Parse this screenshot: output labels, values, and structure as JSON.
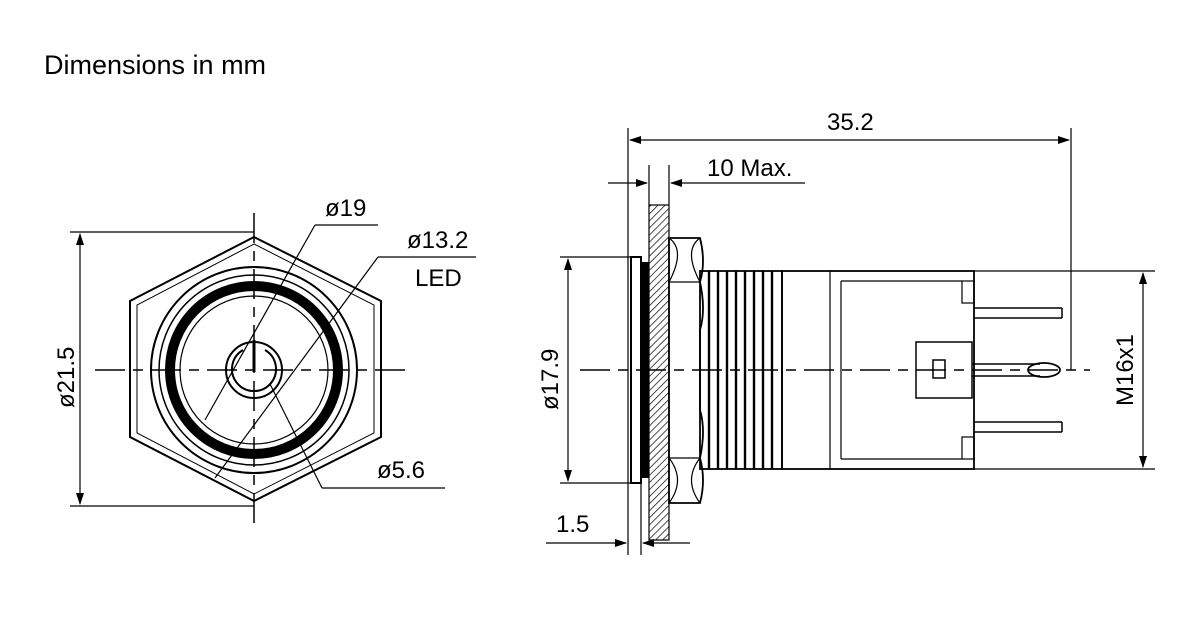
{
  "title": "Dimensions in mm",
  "front_view": {
    "outer_diameter": "ø21.5",
    "bezel_diameter": "ø19",
    "led_ring_diameter": "ø13.2",
    "led_label": "LED",
    "center_diameter": "ø5.6"
  },
  "side_view": {
    "total_length": "35.2",
    "panel_thickness_max": "10 Max.",
    "flange_diameter": "ø17.9",
    "flange_thickness": "1.5",
    "thread": "M16x1"
  },
  "colors": {
    "line": "#000000",
    "background": "#ffffff"
  }
}
